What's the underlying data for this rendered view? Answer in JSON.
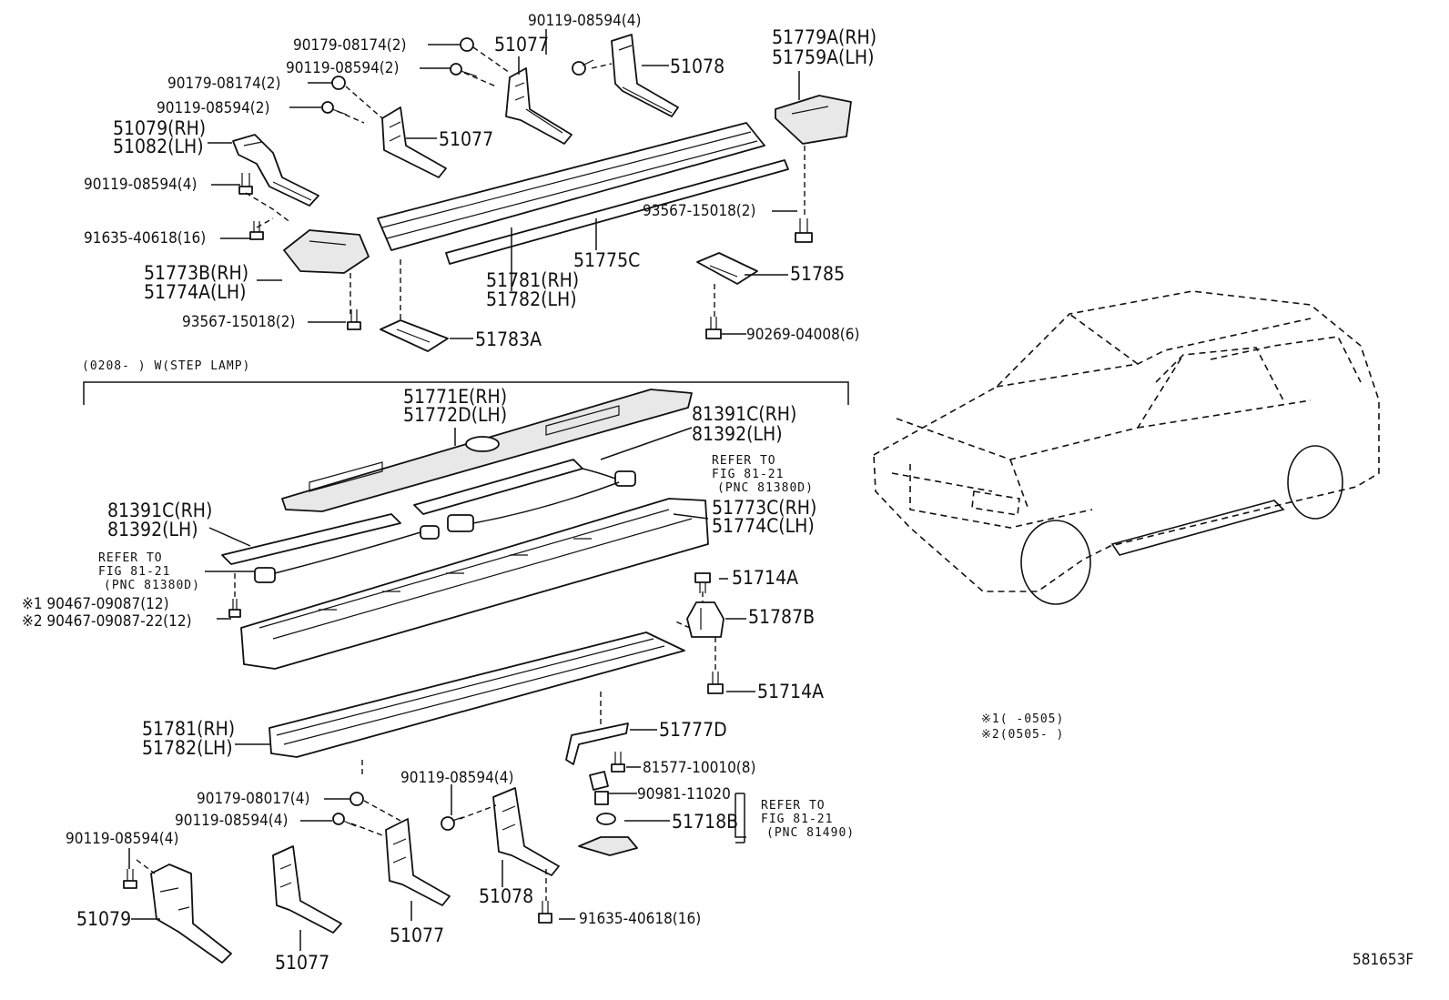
{
  "labels": {
    "p1": "90119-08594(4)",
    "p2": "90179-08174(2)",
    "p3": "51077",
    "p4": "90119-08594(2)",
    "p5": "51078",
    "p6": "90179-08174(2)",
    "p7": "90119-08594(2)",
    "p8": "51077",
    "p9": "51779A(RH)",
    "p10": "51759A(LH)",
    "p11": "51079(RH)",
    "p12": "51082(LH)",
    "p13": "90119-08594(4)",
    "p14": "91635-40618(16)",
    "p15": "51773B(RH)",
    "p16": "51774A(LH)",
    "p17": "93567-15018(2)",
    "p18": "51781(RH)",
    "p19": "51782(LH)",
    "p20": "51775C",
    "p21": "93567-15018(2)",
    "p22": "51785",
    "p23": "51783A",
    "p24": "90269-04008(6)",
    "p25": "(0208-      ) W(STEP LAMP)",
    "p26": "51771E(RH)",
    "p27": "51772D(LH)",
    "p28": "81391C(RH)",
    "p29": "81392(LH)",
    "p30": "REFER TO",
    "p31": "FIG 81-21",
    "p32": "(PNC 81380D)",
    "p33": "81391C(RH)",
    "p34": "81392(LH)",
    "p35": "51773C(RH)",
    "p36": "51774C(LH)",
    "p37": "REFER TO",
    "p38": "FIG 81-21",
    "p39": "(PNC 81380D)",
    "p40": "※1 90467-09087(12)",
    "p41": "※2 90467-09087-22(12)",
    "p42": "51714A",
    "p43": "51787B",
    "p44": "51714A",
    "p45": "51781(RH)",
    "p46": "51782(LH)",
    "p47": "51777D",
    "p48": "81577-10010(8)",
    "p49": "90179-08017(4)",
    "p50": "90119-08594(4)",
    "p51": "90119-08594(4)",
    "p52": "90981-11020",
    "p53": "REFER TO",
    "p54": "FIG 81-21",
    "p55": "(PNC 81490)",
    "p56": "51718B",
    "p57": "90119-08594(4)",
    "p58": "51078",
    "p59": "91635-40618(16)",
    "p60": "51079",
    "p61": "51077",
    "p62": "51077",
    "n1": "※1(     -0505)",
    "n2": "※2(0505-     )",
    "fig": "581653F"
  }
}
